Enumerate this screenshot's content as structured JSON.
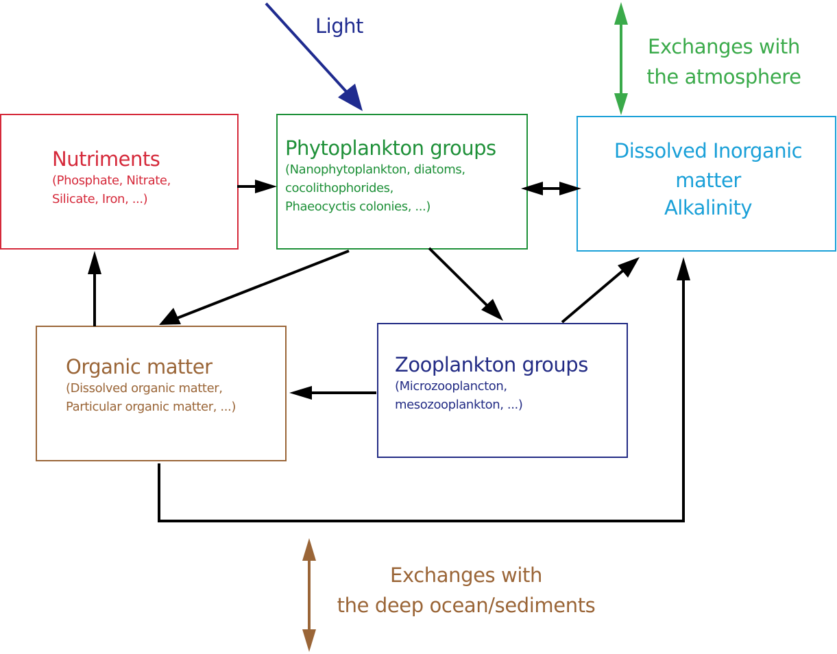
{
  "colors": {
    "nutriments": "#d5293a",
    "phytoplankton": "#1e9038",
    "dissolved_inorganic": "#1aa0d8",
    "organic": "#9a6537",
    "zooplankton": "#222b84",
    "light": "#1f2b8f",
    "atmosphere": "#3aaa4a",
    "deep_ocean": "#9a6537",
    "flow": "#000000"
  },
  "light": {
    "label": "Light"
  },
  "atmosphere": {
    "line1": "Exchanges with",
    "line2": "the atmosphere"
  },
  "nutriments": {
    "title": "Nutriments",
    "detail_line1": "(Phosphate, Nitrate,",
    "detail_line2": "Silicate, Iron, ...)"
  },
  "phytoplankton": {
    "title": "Phytoplankton groups",
    "detail_line1": "(Nanophytoplankton, diatoms,",
    "detail_line2": "cocolithophorides,",
    "detail_line3": "Phaeocyctis colonies, ...)"
  },
  "dissolved_inorganic": {
    "line1": "Dissolved Inorganic",
    "line2": "matter",
    "line3": "Alkalinity"
  },
  "organic_matter": {
    "title": "Organic matter",
    "detail_line1": "(Dissolved organic matter,",
    "detail_line2": "Particular organic matter, ...)"
  },
  "zooplankton": {
    "title": "Zooplankton groups",
    "detail_line1": "(Microzooplancton,",
    "detail_line2": "mesozooplankton, ...)"
  },
  "deep_ocean": {
    "line1": "Exchanges with",
    "line2": "the deep ocean/sediments"
  }
}
